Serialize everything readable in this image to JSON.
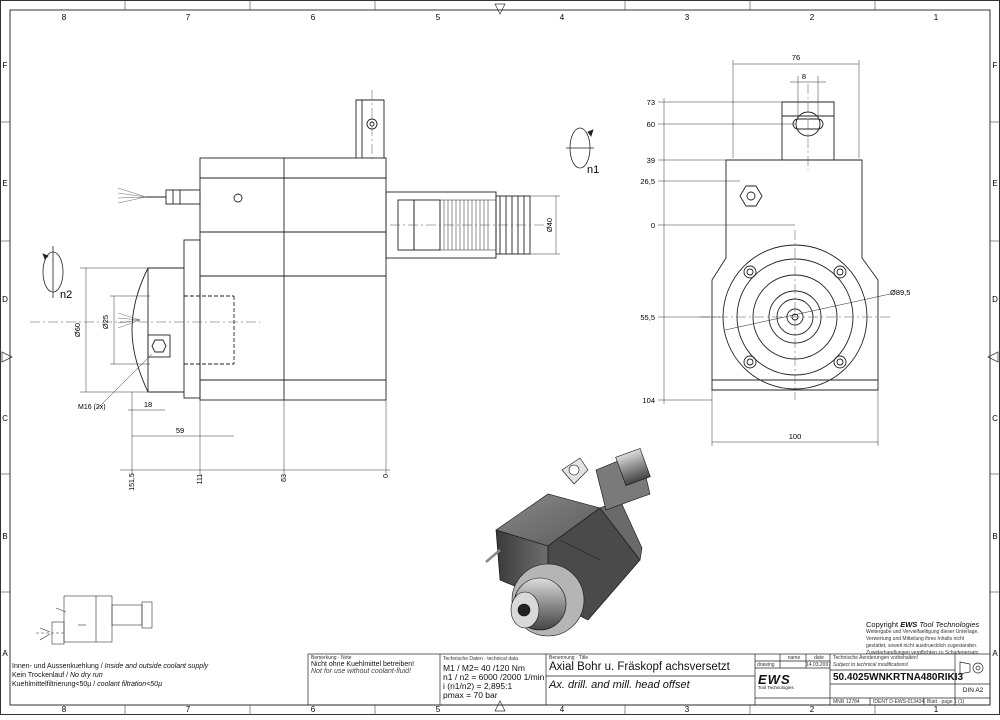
{
  "frame": {
    "columns": [
      "8",
      "7",
      "6",
      "5",
      "4",
      "3",
      "2",
      "1"
    ],
    "rows": [
      "F",
      "E",
      "D",
      "C",
      "B",
      "A"
    ]
  },
  "side_view": {
    "rotation_label": "n2",
    "dim_labels": {
      "d60": "Ø60",
      "d25": "Ø25",
      "d40": "Ø40",
      "m16": "M16 (2x)",
      "w18": "18",
      "w59": "59",
      "h151": "151,5",
      "h111": "111",
      "h63": "63",
      "h0": "0"
    }
  },
  "front_view": {
    "rotation_label": "n1",
    "dim_labels": {
      "w76": "76",
      "w8": "8",
      "y73": "73",
      "y60": "60",
      "y39": "39",
      "y26": "26,5",
      "y0": "0",
      "y55": "55,5",
      "y104": "104",
      "d89": "Ø89,5",
      "w100": "100"
    }
  },
  "notes": {
    "line1": "Innen- und Aussenkuehlung /",
    "line1_en": "Inside and outside coolant supply",
    "line2": "Kein Trockenlauf /",
    "line2_en": "No dry run",
    "line3": "Kuehlmittelfiltrierung<50µ /",
    "line3_en": "coolant filtration<50µ"
  },
  "title_block": {
    "warning_caption": "Bemerkung · Note",
    "warning_de": "Nicht ohne Kuehlmittel betreiben!",
    "warning_en": "Not for use without coolant-fluid!",
    "tech_caption": "Technische Daten · technical data",
    "torque": "M1 / M2= 40 /120 Nm",
    "speed": "n1 / n2 = 6000 /2000  1/min",
    "ratio": "i (n1/n2)  = 2,895:1",
    "pressure": "pmax   = 70  bar",
    "name_caption": "Benennung · Title",
    "title_de": "Axial Bohr u. Fräskopf achsversetzt",
    "title_en": "Ax. drill. and mill. head offset",
    "col_name": "name",
    "col_date": "date",
    "row_drawing": "drawing",
    "date_value": "14.03.2007",
    "logo": "EWS",
    "logo_sub": "Tool Technologies",
    "change_de": "Technische Aenderungen vorbehalten!",
    "change_en": "Subject to technical modifications!",
    "part_number": "50.4025WNKRTNA480RIKI3",
    "mnr": "MNR 12784",
    "ident": "IDENT D-EWS-013434",
    "format": "DIN A2",
    "sheet": "Blatt · page  1 (1)"
  },
  "copyright": {
    "heading_prefix": "Copyright",
    "brand": "EWS",
    "heading_suffix": "Tool Technologies",
    "line1": "Weitergabe und Vervielfaeltigung dieser Unterlage,",
    "line2": "Verwertung und Mitteilung ihres Inhalts nicht",
    "line3": "gestattet, soweit nicht ausdruecklich zugestanden.",
    "line4": "Zuwiderhandlungen verpflichten zu Schadenersatz."
  }
}
